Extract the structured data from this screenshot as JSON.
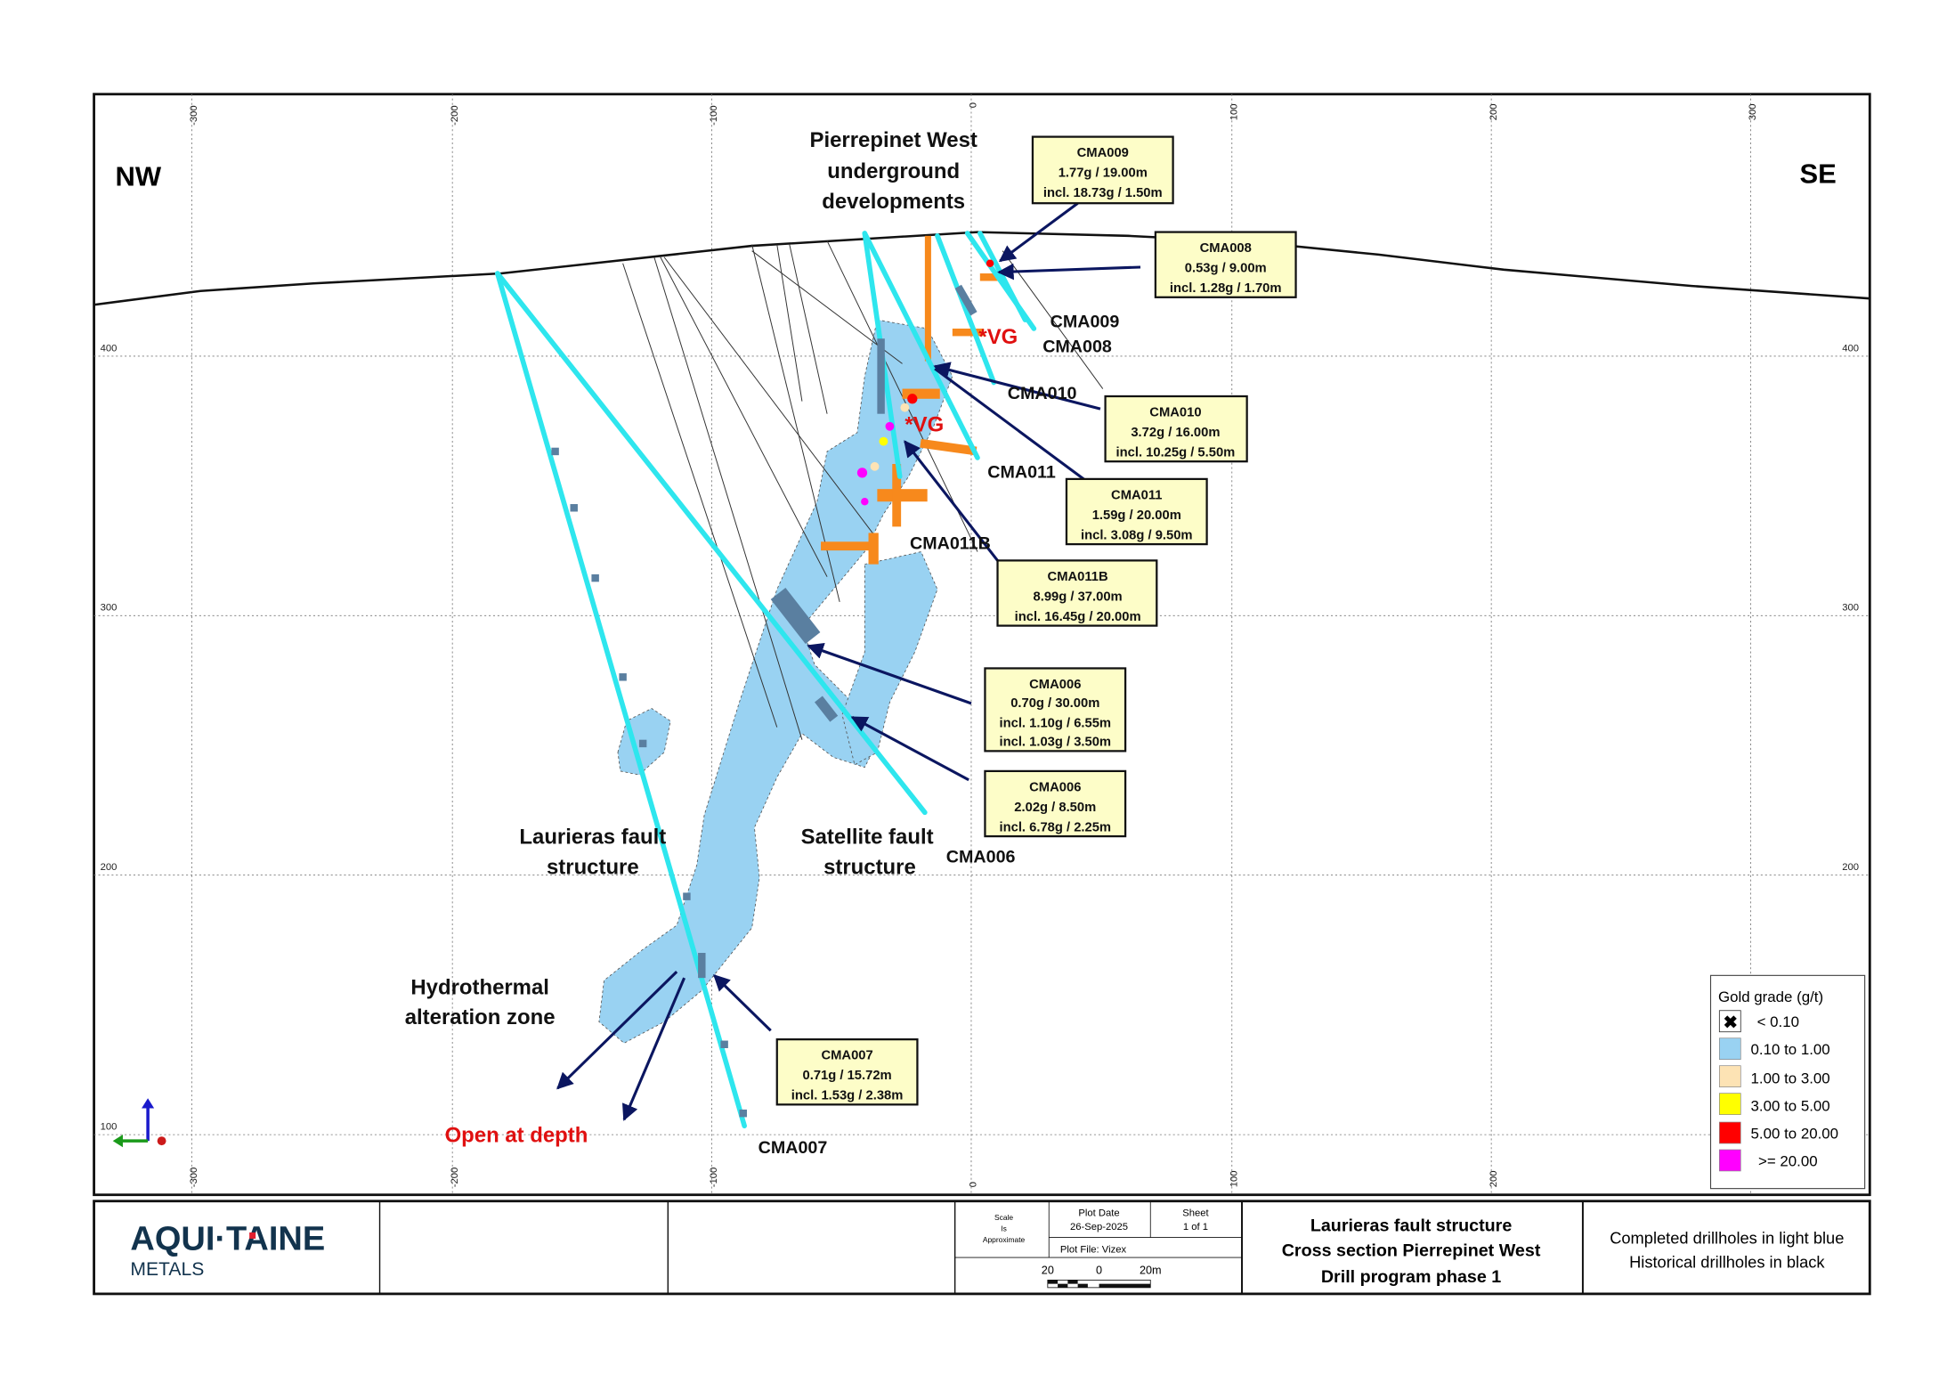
{
  "orientation": {
    "left": "NW",
    "right": "SE"
  },
  "x_ticks": [
    "-300",
    "-200",
    "-100",
    "0",
    "100",
    "200",
    "300"
  ],
  "y_ticks": [
    "400",
    "300",
    "200",
    "100"
  ],
  "annotations": {
    "underground": [
      "Pierrepinet West",
      "underground",
      "developments"
    ],
    "laurieras": [
      "Laurieras fault",
      "structure"
    ],
    "satellite": [
      "Satellite fault",
      "structure"
    ],
    "hydrothermal": [
      "Hydrothermal",
      "alteration zone"
    ],
    "open_at_depth": "Open at depth",
    "vg": "*VG"
  },
  "hole_labels": {
    "cma009": "CMA009",
    "cma008": "CMA008",
    "cma010": "CMA010",
    "cma011": "CMA011",
    "cma011b": "CMA011B",
    "cma006": "CMA006",
    "cma007": "CMA007"
  },
  "callouts": [
    {
      "hole": "CMA009",
      "lines": [
        "1.77g / 19.00m",
        "incl. 18.73g / 1.50m"
      ]
    },
    {
      "hole": "CMA008",
      "lines": [
        "0.53g / 9.00m",
        "incl. 1.28g / 1.70m"
      ]
    },
    {
      "hole": "CMA010",
      "lines": [
        "3.72g / 16.00m",
        "incl. 10.25g / 5.50m"
      ]
    },
    {
      "hole": "CMA011",
      "lines": [
        "1.59g / 20.00m",
        "incl. 3.08g / 9.50m"
      ]
    },
    {
      "hole": "CMA011B",
      "lines": [
        "8.99g / 37.00m",
        "incl. 16.45g / 20.00m"
      ]
    },
    {
      "hole": "CMA006",
      "lines": [
        "0.70g / 30.00m",
        "incl. 1.10g / 6.55m",
        "incl. 1.03g / 3.50m"
      ]
    },
    {
      "hole": "CMA006",
      "lines": [
        "2.02g / 8.50m",
        "incl. 6.78g / 2.25m"
      ]
    },
    {
      "hole": "CMA007",
      "lines": [
        "0.71g / 15.72m",
        "incl. 1.53g / 2.38m"
      ]
    }
  ],
  "legend": {
    "title": "Gold grade (g/t)",
    "items": [
      {
        "label": "< 0.10",
        "color": "#ffffff"
      },
      {
        "label": "0.10 to 1.00",
        "color": "#99d2f2"
      },
      {
        "label": "1.00 to 3.00",
        "color": "#fde3b4"
      },
      {
        "label": "3.00 to 5.00",
        "color": "#ffff00"
      },
      {
        "label": "5.00 to 20.00",
        "color": "#ff0000"
      },
      {
        "label": ">= 20.00",
        "color": "#ff00ff"
      }
    ]
  },
  "title_block": {
    "logo": {
      "name": "AQUI·TAINE",
      "sub": "METALS"
    },
    "scale": [
      "Scale",
      "Is",
      "Approximate"
    ],
    "plot_date_label": "Plot Date",
    "plot_date": "26-Sep-2025",
    "sheet_label": "Sheet",
    "sheet": "1 of 1",
    "plot_file": "Plot File: Vizex",
    "scale_bar": [
      "20",
      "0",
      "20m"
    ],
    "title": [
      "Laurieras fault structure",
      "Cross section Pierrepinet West",
      "Drill program phase 1"
    ],
    "notes": [
      "Completed drillholes in light blue",
      "Historical drillholes in black"
    ]
  },
  "colors": {
    "hole": "#2ee6ee",
    "arrow": "#0b1660",
    "alteration": "#99d2f2",
    "workings": "#f7891c",
    "vg": "#e01010",
    "logo": "#12334d"
  }
}
